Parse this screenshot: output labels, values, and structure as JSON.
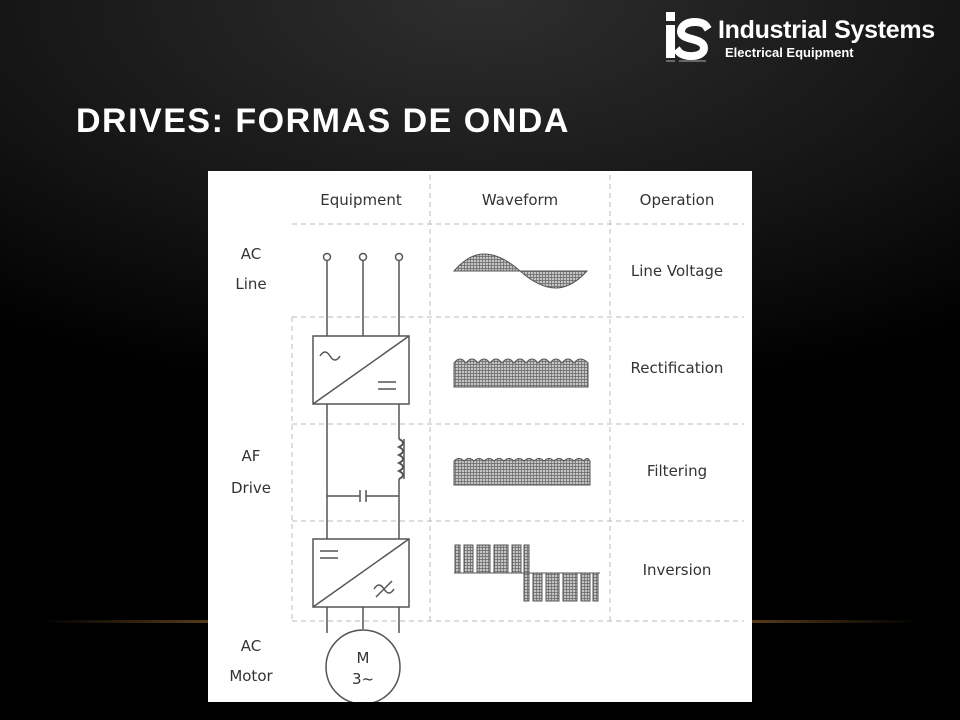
{
  "logo": {
    "mark": "iS",
    "title": "Industrial Systems",
    "subtitle": "Electrical Equipment"
  },
  "slide": {
    "title": "DRIVES: FORMAS DE ONDA"
  },
  "diagram": {
    "headers": {
      "equipment": "Equipment",
      "waveform": "Waveform",
      "operation": "Operation"
    },
    "row_labels": {
      "ac_line": [
        "AC",
        "Line"
      ],
      "af_drive": [
        "AF",
        "Drive"
      ],
      "ac_motor": [
        "AC",
        "Motor"
      ]
    },
    "operations": [
      "Line Voltage",
      "Rectification",
      "Filtering",
      "Inversion"
    ],
    "motor": {
      "line1": "M",
      "line2": "3~"
    },
    "colors": {
      "waveform_fill": "#9a9a9a",
      "grid": "#bbbbbb",
      "text": "#333333"
    }
  }
}
